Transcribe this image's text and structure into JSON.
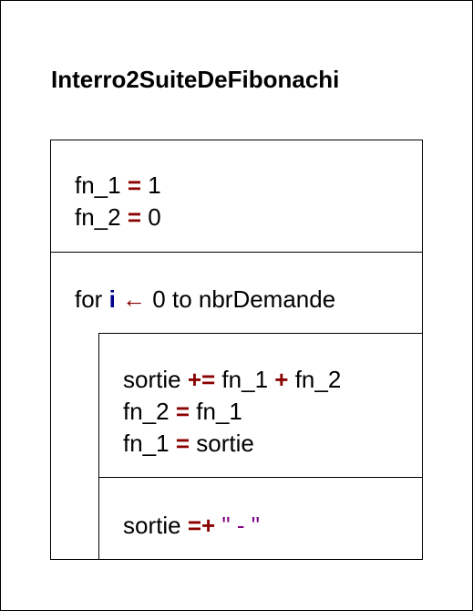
{
  "diagram": {
    "title": "Interro2SuiteDeFibonachi",
    "colors": {
      "operator": "#8b0000",
      "loop_variable": "#00008b",
      "string_literal": "#800080"
    },
    "init": {
      "line1": {
        "lhs": "fn_1",
        "op": "=",
        "rhs": "1"
      },
      "line2": {
        "lhs": "fn_2",
        "op": "=",
        "rhs": "0"
      }
    },
    "loop": {
      "keyword": "for",
      "var": "i",
      "arrow": "←",
      "range": "0 to nbrDemande"
    },
    "body": {
      "line1": {
        "a": "sortie",
        "op1": "+=",
        "b": "fn_1",
        "op2": "+",
        "c": "fn_2"
      },
      "line2": {
        "lhs": "fn_2",
        "op": "=",
        "rhs": "fn_1"
      },
      "line3": {
        "lhs": "fn_1",
        "op": "=",
        "rhs": "sortie"
      }
    },
    "after": {
      "lhs": "sortie",
      "op": "=+",
      "str": "\" - \""
    }
  }
}
